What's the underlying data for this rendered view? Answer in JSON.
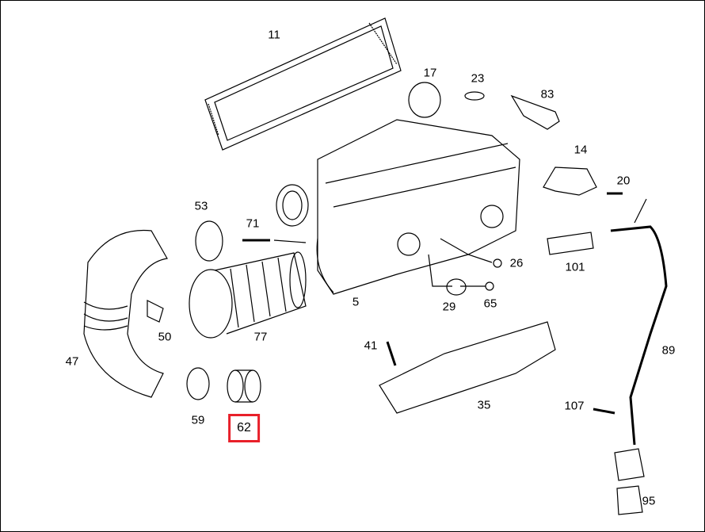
{
  "diagram": {
    "highlighted_part": "62",
    "highlight_color": "#e8202a",
    "parts": [
      {
        "id": "p11",
        "label": "11"
      },
      {
        "id": "p17",
        "label": "17"
      },
      {
        "id": "p23",
        "label": "23"
      },
      {
        "id": "p83",
        "label": "83"
      },
      {
        "id": "p14",
        "label": "14"
      },
      {
        "id": "p20",
        "label": "20"
      },
      {
        "id": "p53",
        "label": "53"
      },
      {
        "id": "p71",
        "label": "71"
      },
      {
        "id": "p26",
        "label": "26"
      },
      {
        "id": "p101",
        "label": "101"
      },
      {
        "id": "p5",
        "label": "5"
      },
      {
        "id": "p29",
        "label": "29"
      },
      {
        "id": "p65",
        "label": "65"
      },
      {
        "id": "p77",
        "label": "77"
      },
      {
        "id": "p50",
        "label": "50"
      },
      {
        "id": "p47",
        "label": "47"
      },
      {
        "id": "p41",
        "label": "41"
      },
      {
        "id": "p89",
        "label": "89"
      },
      {
        "id": "p35",
        "label": "35"
      },
      {
        "id": "p107",
        "label": "107"
      },
      {
        "id": "p59",
        "label": "59"
      },
      {
        "id": "p62",
        "label": "62"
      },
      {
        "id": "p95",
        "label": "95"
      }
    ]
  }
}
